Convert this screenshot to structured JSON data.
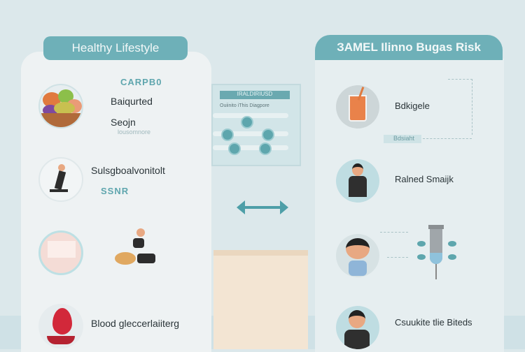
{
  "left": {
    "title": "Healthy Lifestyle",
    "tag": "CARPB0",
    "items": [
      {
        "label": "Baiqurted",
        "icon": "food-bowl-icon"
      },
      {
        "label": "Seojn",
        "icon": "cloud-icon"
      },
      {
        "sub": "lousomnore"
      },
      {
        "label": "Sulsgboalvonitolt",
        "icon": "running-person-icon",
        "tag": "SSNR"
      },
      {
        "icon": "bed-icon"
      },
      {
        "label": "Blood gleccerlaiiterg",
        "icon": "blood-drop-icon"
      }
    ]
  },
  "center": {
    "card_title": "IRALDIRIUSD",
    "card_subtitle": "Ouiinito iThis Diagpore",
    "arrow": "double-arrow-icon"
  },
  "right": {
    "title": "ЗАМEL Ilinno Bugas Risk",
    "items": [
      {
        "label": "Bdkigele",
        "icon": "juice-glass-icon",
        "tag": "Bdsiaht"
      },
      {
        "label": "Ralned Smaijk",
        "icon": "person-icon"
      },
      {
        "icon": "child-icon",
        "side": "test-tube-icon"
      },
      {
        "label": "Csuukite tlie Biteds",
        "icon": "person-icon"
      }
    ]
  },
  "colors": {
    "accent": "#6eb0b8",
    "background": "#dce8eb"
  }
}
